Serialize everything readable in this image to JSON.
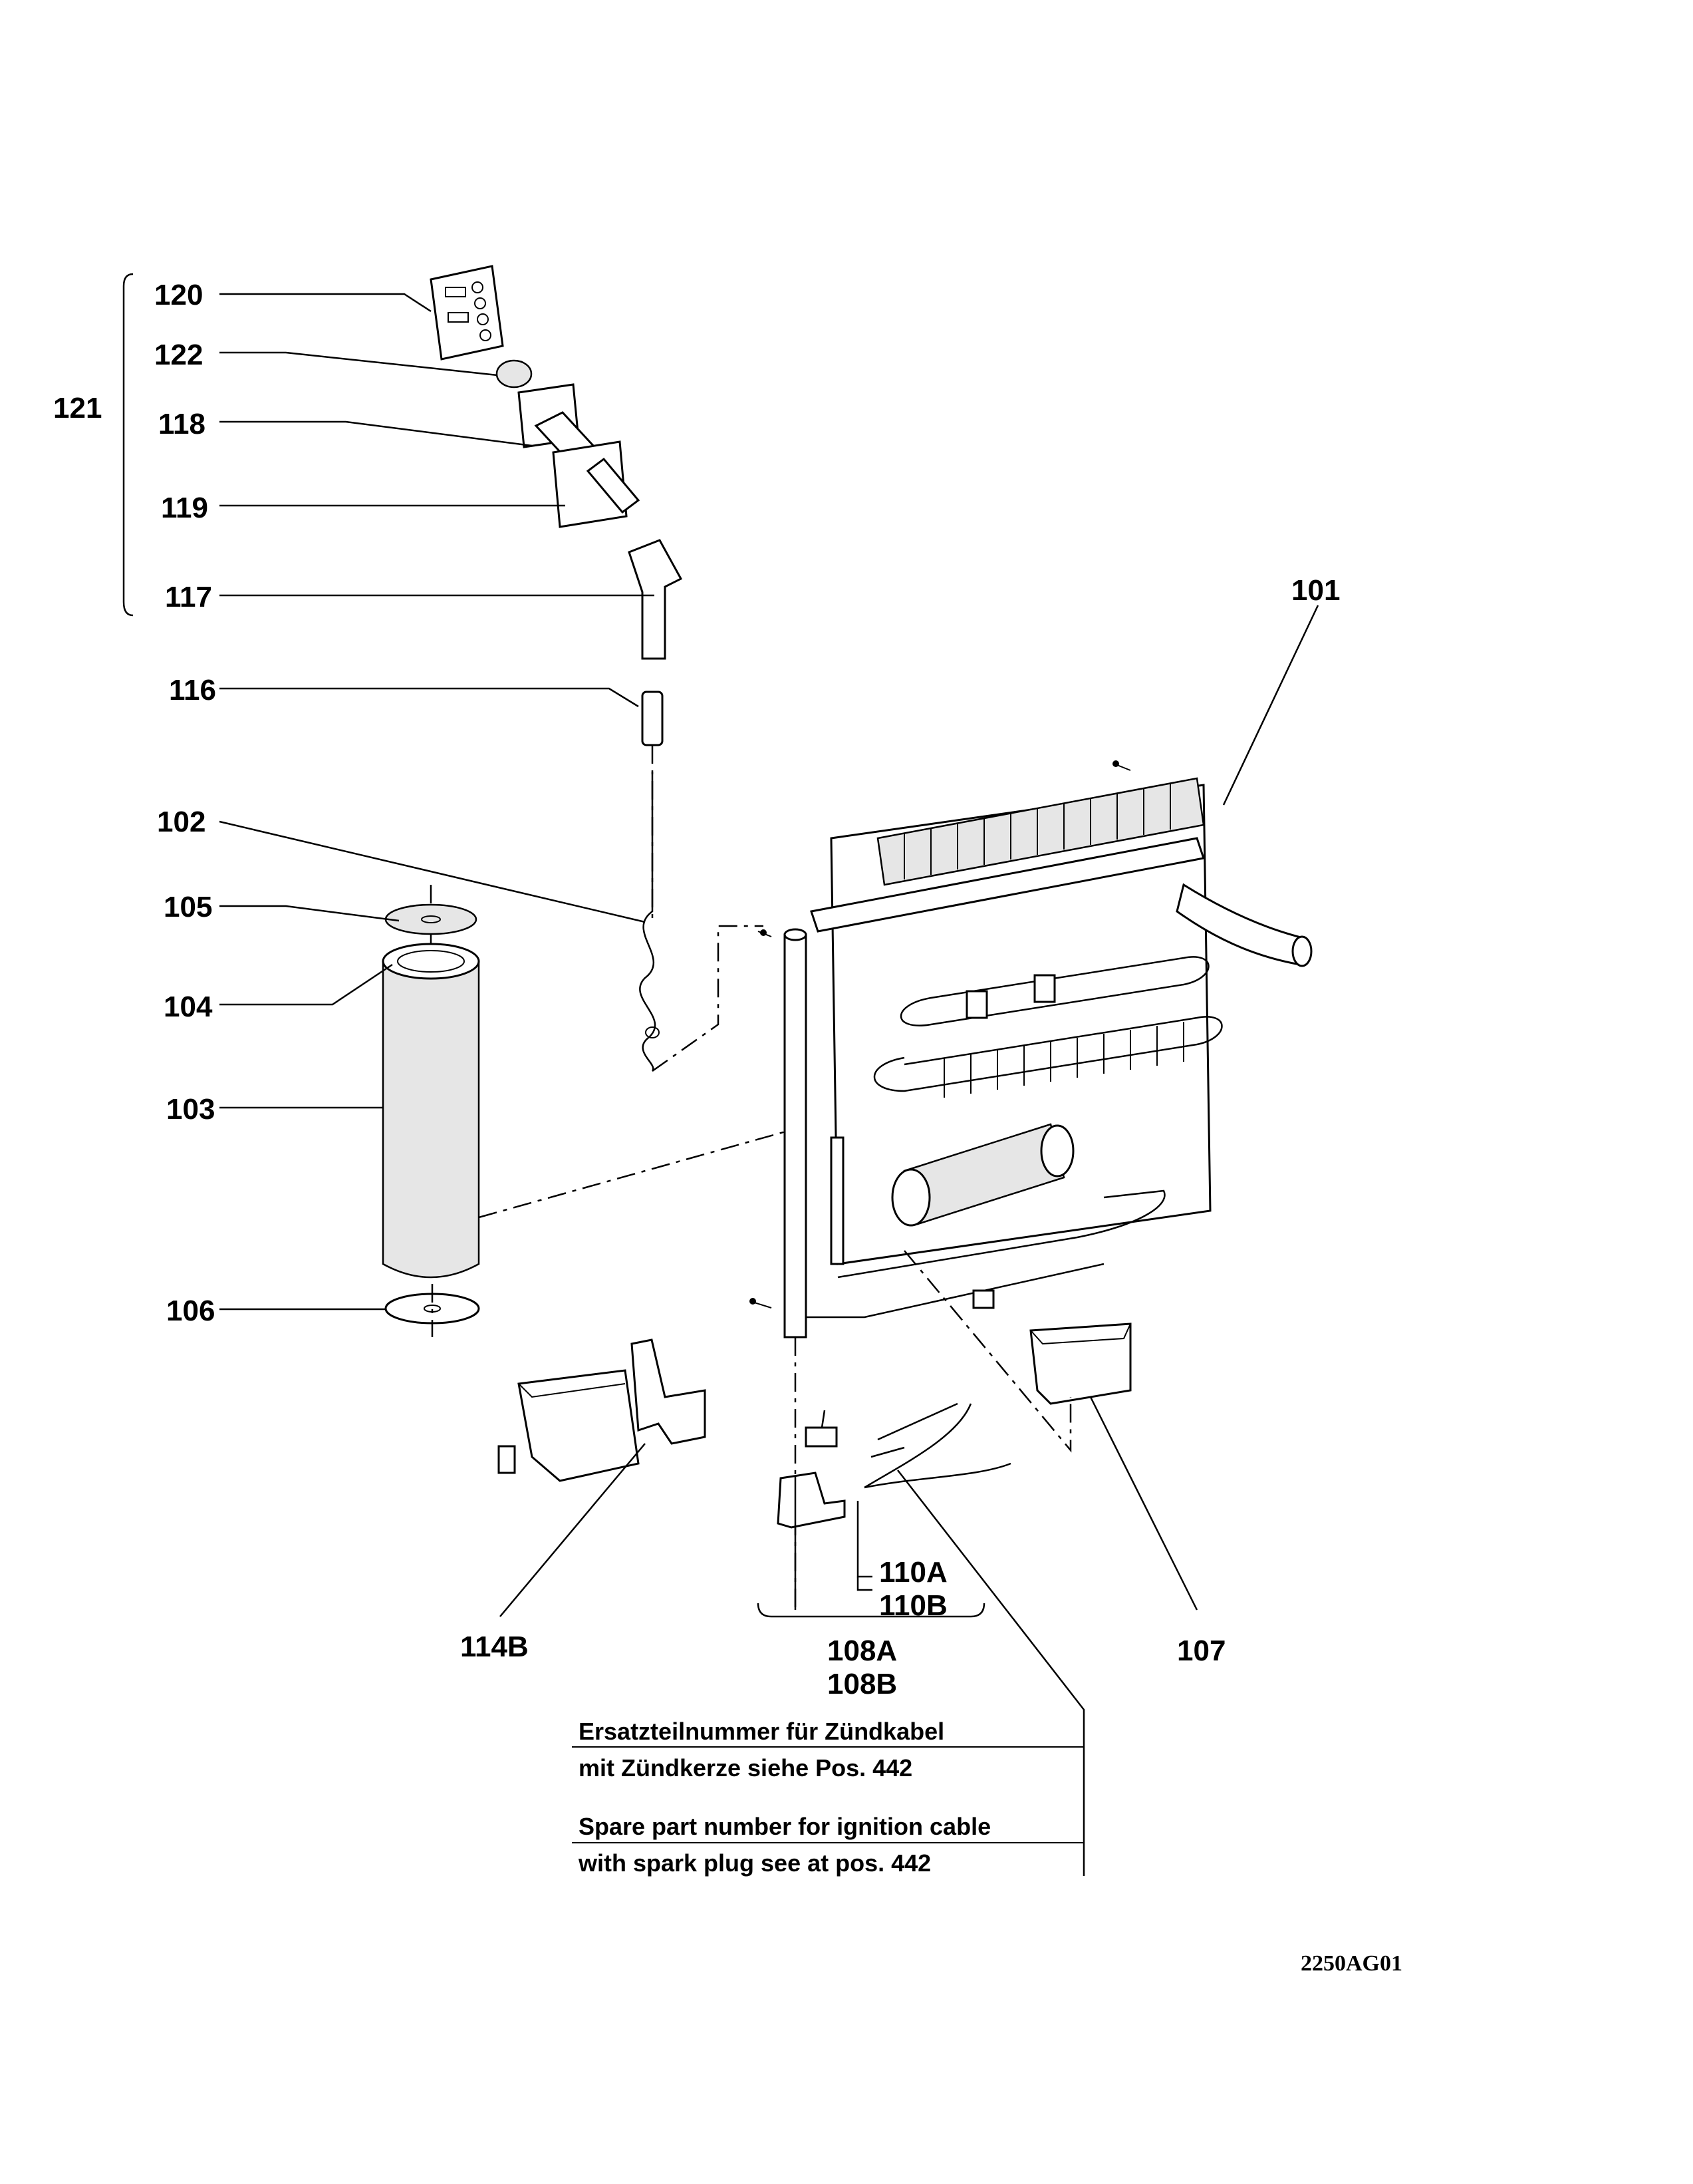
{
  "callouts": {
    "c101": "101",
    "c102": "102",
    "c103": "103",
    "c104": "104",
    "c105": "105",
    "c106": "106",
    "c107": "107",
    "c108a": "108A",
    "c108b": "108B",
    "c110a": "110A",
    "c110b": "110B",
    "c114b": "114B",
    "c116": "116",
    "c117": "117",
    "c118": "118",
    "c119": "119",
    "c120": "120",
    "c121": "121",
    "c122": "122"
  },
  "note": {
    "de_line1": "Ersatzteilnummer für Zündkabel",
    "de_line2": "mit Zündkerze siehe Pos. 442",
    "en_line1": "Spare part number for ignition cable",
    "en_line2": "with spark plug see at pos. 442"
  },
  "drawing_code": "2250AG01"
}
